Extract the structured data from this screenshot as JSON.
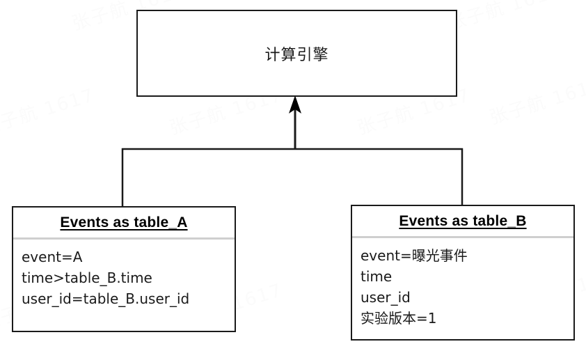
{
  "diagram": {
    "title_node": {
      "label": "计算引擎",
      "name": "compute-engine"
    },
    "tables": [
      {
        "id": "table-a",
        "header": "Events as table_A",
        "fields": [
          "event=A",
          "time>table_B.time",
          "user_id=table_B.user_id"
        ]
      },
      {
        "id": "table-b",
        "header": "Events as table_B",
        "fields": [
          "event=曝光事件",
          "time",
          "user_id",
          "实验版本=1"
        ]
      }
    ],
    "connector": {
      "arrow_direction": "up",
      "description": "merge-bracket"
    },
    "colors": {
      "border": "#1a1a1a",
      "divider": "#cfcfcf",
      "text": "#1a1a1a",
      "background": "#ffffff",
      "watermark": "#fbfbfb"
    }
  },
  "watermark": {
    "text": "张子航 1617"
  }
}
